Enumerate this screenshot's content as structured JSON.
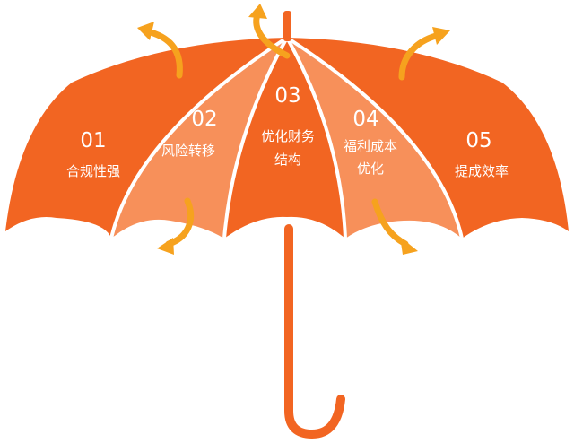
{
  "colors": {
    "dark_panel": "#F26522",
    "light_panel": "#F7905A",
    "rib": "#FFFFFF",
    "handle": "#F26522",
    "arrow": "#F6A21E"
  },
  "segments": [
    {
      "number": "01",
      "label_lines": [
        "合规性强"
      ],
      "shade": "dark"
    },
    {
      "number": "02",
      "label_lines": [
        "风险转移"
      ],
      "shade": "light"
    },
    {
      "number": "03",
      "label_lines": [
        "优化财务",
        "结构"
      ],
      "shade": "dark"
    },
    {
      "number": "04",
      "label_lines": [
        "福利成本",
        "优化"
      ],
      "shade": "light"
    },
    {
      "number": "05",
      "label_lines": [
        "提成效率"
      ],
      "shade": "dark"
    }
  ],
  "arrow_icons": [
    "curved-arrow-icon",
    "curved-arrow-icon",
    "curved-arrow-icon",
    "curved-arrow-icon",
    "curved-arrow-icon",
    "curved-arrow-icon"
  ]
}
